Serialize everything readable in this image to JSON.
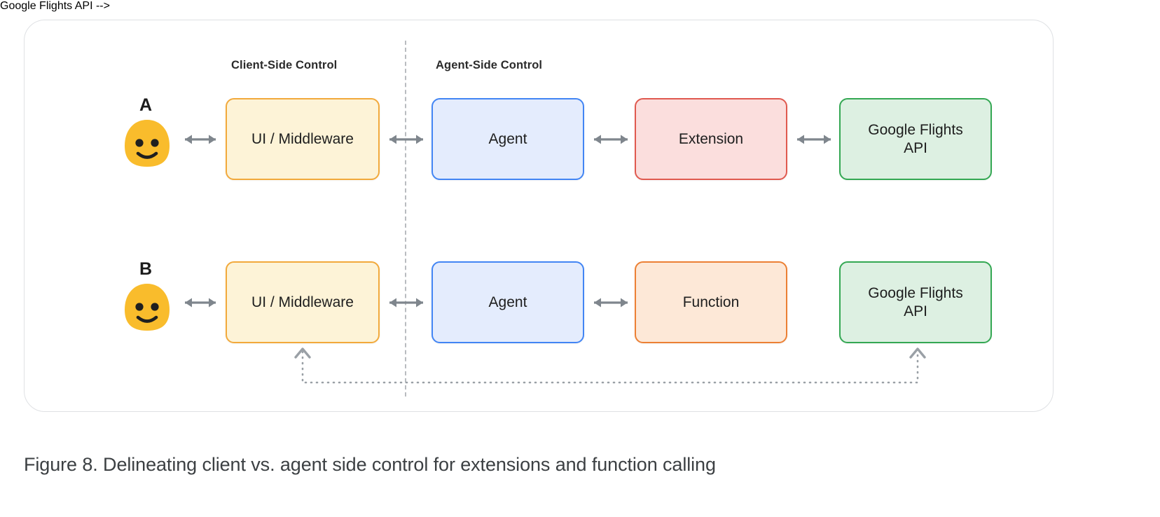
{
  "figure": {
    "caption": "Figure 8. Delineating client vs. agent side control for extensions and function calling",
    "section_labels": {
      "client": "Client-Side Control",
      "agent": "Agent-Side Control"
    },
    "divider_icon": "vertical-dashed-divider"
  },
  "colors": {
    "card_border": "#dfe1e4",
    "divider": "#b9bcc0",
    "arrow": "#7f868d",
    "avatar_fill": "#f9bc2c",
    "avatar_face": "#1f1f1f",
    "yellow_fill": "#fdf3d7",
    "yellow_border": "#f2a93b",
    "blue_fill": "#e4ecfd",
    "blue_border": "#4285f4",
    "red_fill": "#fbdedd",
    "red_border": "#e0594f",
    "orange_fill": "#fde8d7",
    "orange_border": "#ec8034",
    "green_fill": "#ddf0e2",
    "green_border": "#34a853",
    "caption_text": "#3c4043"
  },
  "rows": [
    {
      "letter": "A",
      "avatar_icon": "smiley-avatar-icon",
      "nodes": [
        {
          "label": "UI / Middleware",
          "style": "yellow"
        },
        {
          "label": "Agent",
          "style": "blue"
        },
        {
          "label": "Extension",
          "style": "red"
        },
        {
          "label": "Google Flights",
          "label2": "API",
          "style": "green"
        }
      ],
      "connectors": [
        "bidirectional-arrow-user-to-ui",
        "bidirectional-arrow-ui-to-agent",
        "bidirectional-arrow-agent-to-extension",
        "bidirectional-arrow-extension-to-api"
      ]
    },
    {
      "letter": "B",
      "avatar_icon": "smiley-avatar-icon",
      "nodes": [
        {
          "label": "UI / Middleware",
          "style": "yellow"
        },
        {
          "label": "Agent",
          "style": "blue"
        },
        {
          "label": "Function",
          "style": "orange"
        },
        {
          "label": "Google Flights",
          "label2": "API",
          "style": "green"
        }
      ],
      "connectors": [
        "bidirectional-arrow-user-to-ui",
        "bidirectional-arrow-ui-to-agent",
        "bidirectional-arrow-agent-to-function"
      ],
      "feedback_path": "dotted-bidirectional-path-ui-to-api"
    }
  ]
}
